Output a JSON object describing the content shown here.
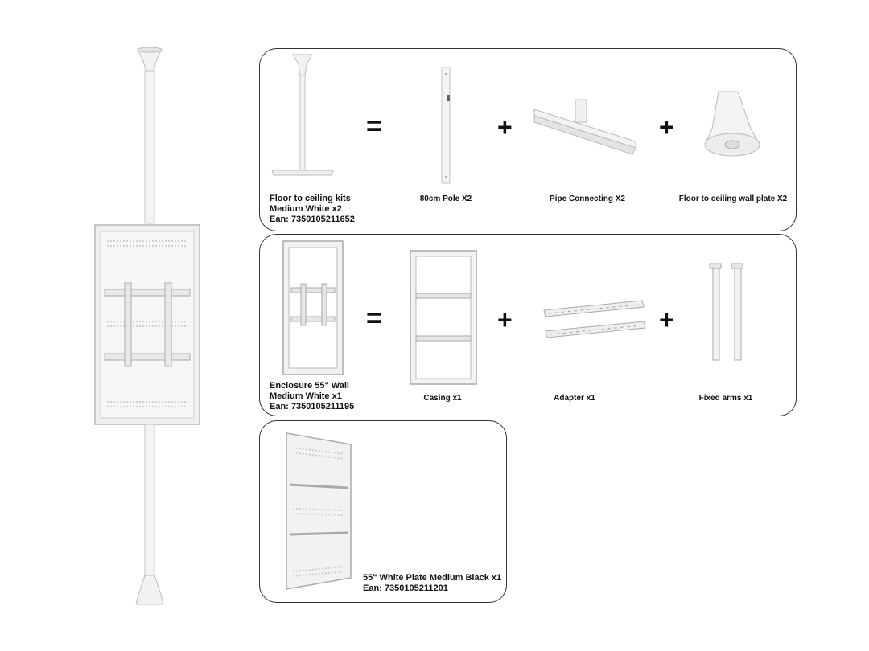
{
  "panel1": {
    "kit_line1": "Floor to ceiling kits",
    "kit_line2": "Medium White x2",
    "kit_line3": "Ean: 7350105211652",
    "part1": "80cm Pole X2",
    "part2": "Pipe Connecting X2",
    "part3": "Floor to ceiling wall plate X2",
    "equals": "=",
    "plus": "+"
  },
  "panel2": {
    "kit_line1": "Enclosure 55\" Wall",
    "kit_line2": "Medium White x1",
    "kit_line3": "Ean: 7350105211195",
    "part1": "Casing x1",
    "part2": "Adapter x1",
    "part3": "Fixed arms x1",
    "equals": "=",
    "plus": "+"
  },
  "panel3": {
    "line1": "55\" White Plate Medium Black x1",
    "line2": "Ean: 7350105211201"
  },
  "colors": {
    "metal": "#eeeeee",
    "metal_edge": "#b8b8b8",
    "border": "#333333"
  }
}
